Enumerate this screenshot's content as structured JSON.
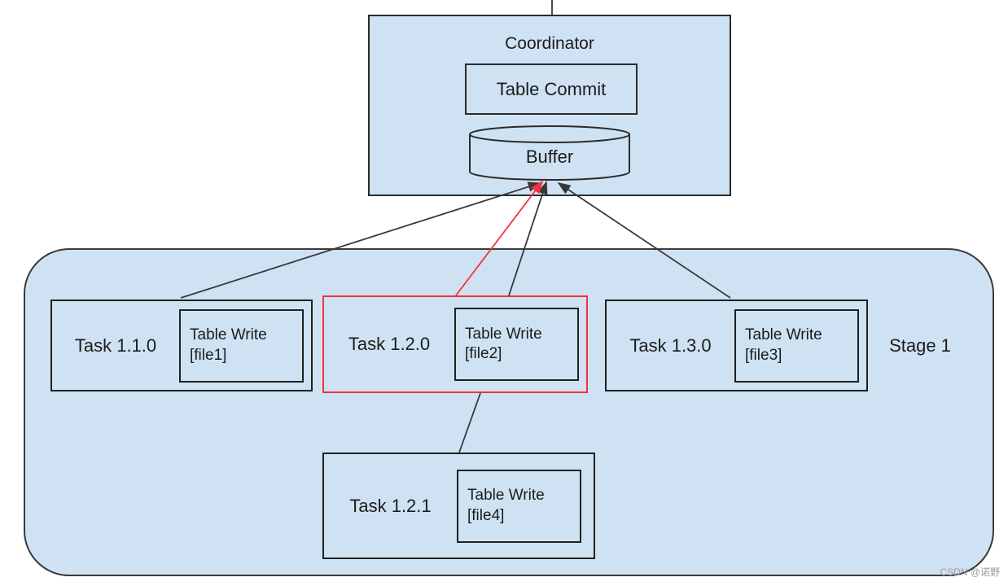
{
  "diagram": {
    "coordinator": {
      "title": "Coordinator",
      "commit_label": "Table Commit",
      "buffer_label": "Buffer"
    },
    "stage": {
      "label": "Stage 1"
    },
    "tasks": [
      {
        "id": "task-1-1-0",
        "name": "Task 1.1.0",
        "write_label": "Table Write",
        "file": "[file1]",
        "highlighted": false
      },
      {
        "id": "task-1-2-0",
        "name": "Task 1.2.0",
        "write_label": "Table Write",
        "file": "[file2]",
        "highlighted": true
      },
      {
        "id": "task-1-3-0",
        "name": "Task 1.3.0",
        "write_label": "Table Write",
        "file": "[file3]",
        "highlighted": false
      },
      {
        "id": "task-1-2-1",
        "name": "Task 1.2.1",
        "write_label": "Table Write",
        "file": "[file4]",
        "highlighted": false
      }
    ],
    "connections": [
      {
        "from": "Task 1.1.0",
        "to": "Buffer",
        "style": "arrow",
        "color": "black"
      },
      {
        "from": "Task 1.2.0",
        "to": "Buffer",
        "style": "arrow",
        "color": "red"
      },
      {
        "from": "Task 1.2.0",
        "to": "Buffer",
        "style": "arrow",
        "color": "black"
      },
      {
        "from": "Task 1.3.0",
        "to": "Buffer",
        "style": "arrow",
        "color": "black"
      },
      {
        "from": "Task 1.2.1",
        "to": "Task 1.2.0",
        "style": "line",
        "color": "black"
      },
      {
        "from": "off-screen-top",
        "to": "Coordinator",
        "style": "line",
        "color": "black"
      }
    ],
    "colors": {
      "box_fill": "#cfe2f3",
      "border": "#2b2b2b",
      "highlight_red": "#f43139",
      "line": "#383838"
    }
  },
  "watermark": {
    "text": "CSDN @诺野"
  }
}
